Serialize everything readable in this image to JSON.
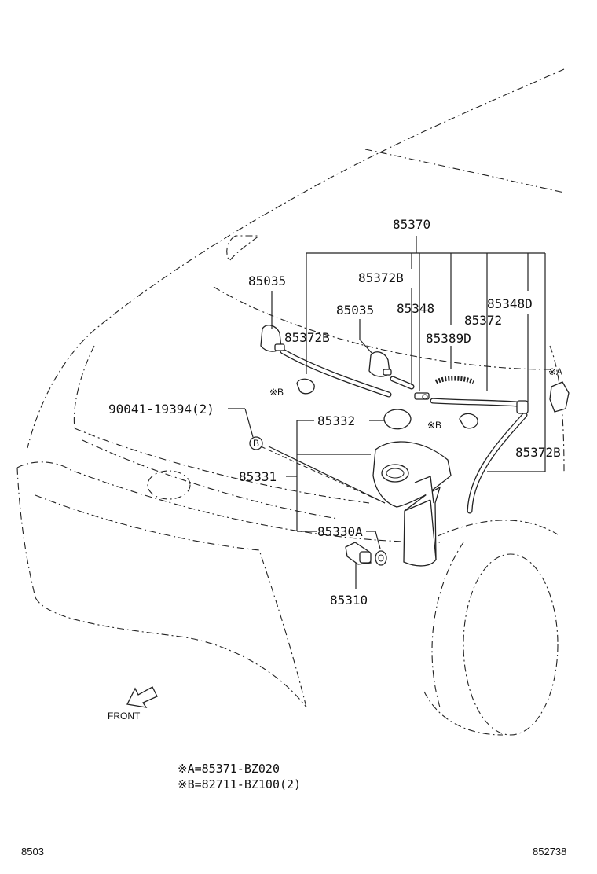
{
  "labels": {
    "hose_set": "85370",
    "nozzle_left": "85035",
    "nozzle_right": "85035",
    "hose_b_upper": "85372B",
    "hose_b_left": "85372B",
    "hose_b_lower": "85372B",
    "joint": "85348",
    "joint_d": "85348D",
    "hose": "85372",
    "hose_d": "85389D",
    "screw": "90041-19394(2)",
    "cap": "85332",
    "tank": "85331",
    "grommet": "85330A",
    "pump": "85310",
    "clip_b1": "※B",
    "clip_b2": "※B",
    "clip_a": "※A",
    "callout_b": "B"
  },
  "front_label": "FRONT",
  "notes": [
    "※A=85371-BZ020",
    "※B=82711-BZ100(2)"
  ],
  "footer": {
    "left": "8503",
    "right": "852738"
  }
}
